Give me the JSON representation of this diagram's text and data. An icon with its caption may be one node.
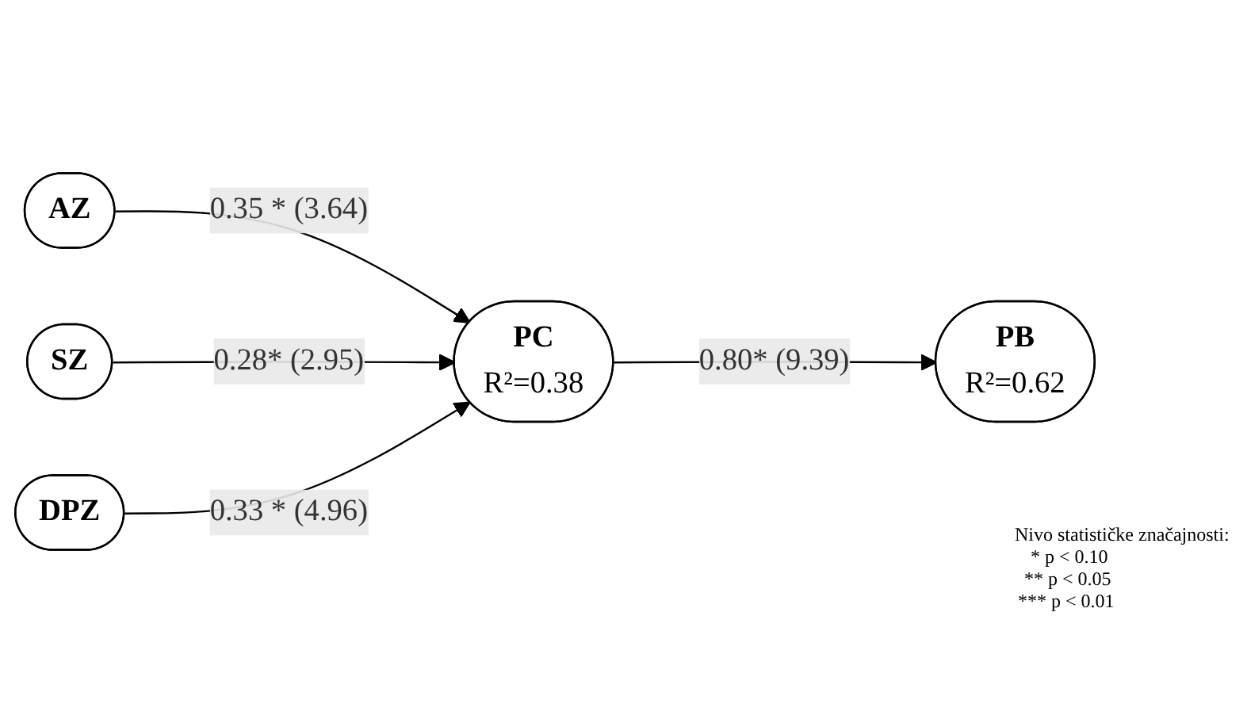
{
  "diagram": {
    "nodes": [
      {
        "text": [
          "AZ"
        ]
      },
      {
        "text": [
          "SZ"
        ]
      },
      {
        "text": [
          "DPZ"
        ]
      },
      {
        "text": [
          "PC",
          "R²=0.38"
        ]
      },
      {
        "text": [
          "PB",
          "R²=0.62"
        ]
      }
    ],
    "edges": [
      {
        "from": 0,
        "to": 3,
        "arrow": "to",
        "label": "0.35 * (3.64)"
      },
      {
        "from": 1,
        "to": 3,
        "arrow": "to",
        "label": "0.28* (2.95)"
      },
      {
        "from": 2,
        "to": 3,
        "arrow": "to",
        "label": "0.33 * (4.96)"
      },
      {
        "from": 3,
        "to": 4,
        "arrow": "to",
        "label": "0.80* (9.39)"
      }
    ],
    "labels": [
      "Nivo statističke značajnosti:",
      "* p < 0.10",
      "** p < 0.05",
      "*** p < 0.01"
    ]
  }
}
